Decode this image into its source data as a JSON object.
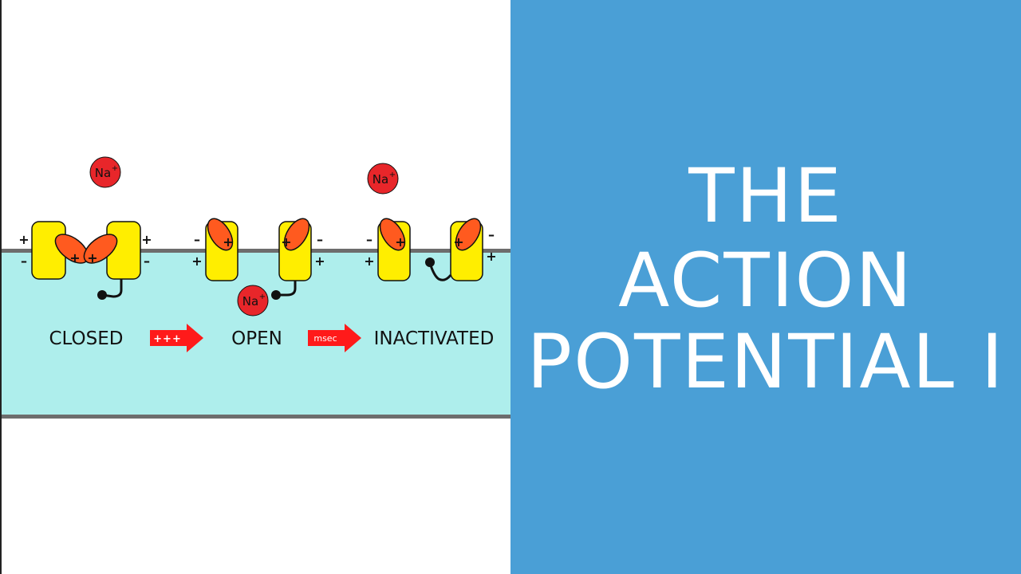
{
  "diagram": {
    "states": [
      "CLOSED",
      "OPEN",
      "INACTIVATED"
    ],
    "transitions": [
      "+++",
      "msec"
    ],
    "ion": {
      "symbol": "Na",
      "charge": "+"
    },
    "charge_plus": "+",
    "charge_minus": "–",
    "colors": {
      "cytoplasm": "#aeeeec",
      "membrane": "#6d6d6d",
      "channel": "#ffee00",
      "gate": "#ff5a1f",
      "ion": "#e8262a",
      "arrow": "#ff1a1a",
      "panel": "#4a9fd6"
    }
  },
  "title": {
    "line1": "THE",
    "line2": "ACTION",
    "line3": "POTENTIAL I"
  }
}
